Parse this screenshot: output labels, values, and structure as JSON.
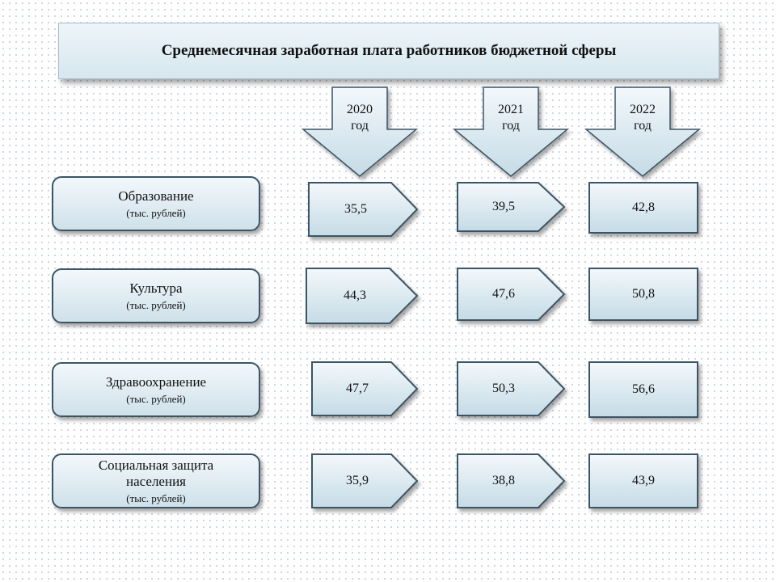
{
  "title": "Среднемесячная заработная плата работников бюджетной сферы",
  "years": [
    {
      "line1": "2020",
      "line2": "год"
    },
    {
      "line1": "2021",
      "line2": "год"
    },
    {
      "line1": "2022",
      "line2": "год"
    }
  ],
  "categories": [
    {
      "name": "Образование",
      "name2": "",
      "unit": "(тыс. рублей)",
      "values": [
        "35,5",
        "39,5",
        "42,8"
      ]
    },
    {
      "name": "Культура",
      "name2": "",
      "unit": "(тыс. рублей)",
      "values": [
        "44,3",
        "47,6",
        "50,8"
      ]
    },
    {
      "name": "Здравоохранение",
      "name2": "",
      "unit": "(тыс. рублей)",
      "values": [
        "47,7",
        "50,3",
        "56,6"
      ]
    },
    {
      "name": "Социальная защита",
      "name2": "населения",
      "unit": "(тыс. рублей)",
      "values": [
        "35,9",
        "38,8",
        "43,9"
      ]
    }
  ],
  "colors": {
    "fill_top": "#f3f8fb",
    "fill_bottom": "#c5dbe6",
    "stroke": "#3b5566"
  }
}
